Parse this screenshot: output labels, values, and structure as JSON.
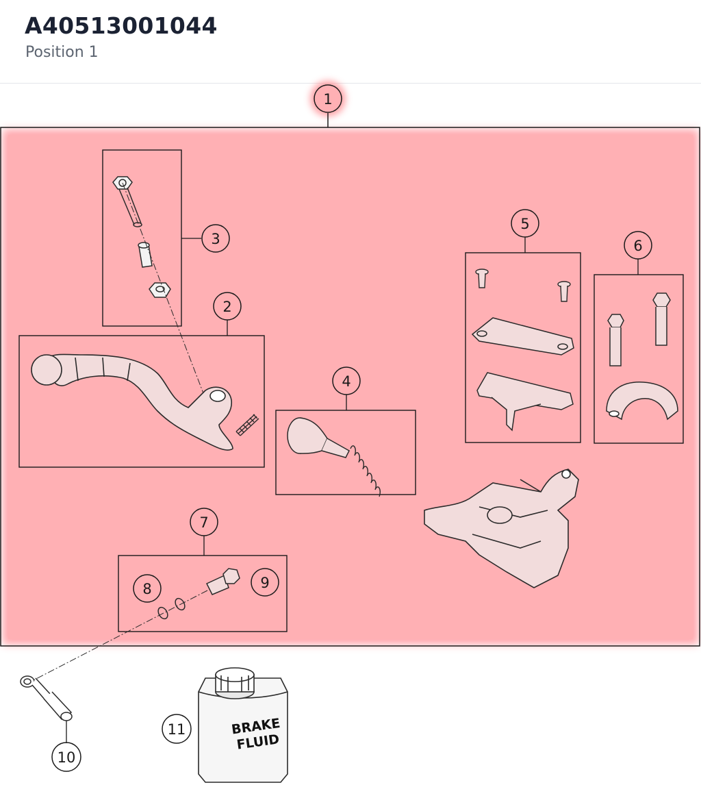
{
  "header": {
    "part_number": "A40513001044",
    "position": "Position 1"
  },
  "highlight_color": "#ffb0b4",
  "diagram": {
    "callouts": [
      "1",
      "2",
      "3",
      "4",
      "5",
      "6",
      "7",
      "8",
      "9",
      "10",
      "11"
    ],
    "can_label": [
      "BRAKE",
      "FLUID"
    ]
  }
}
